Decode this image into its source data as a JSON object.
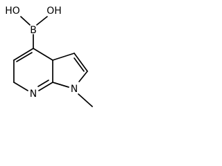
{
  "molecule": {
    "atoms": {
      "oh_left": "HO",
      "oh_right": "OH",
      "boron": "B",
      "nitrogen_pyridine": "N",
      "nitrogen_pyrrole": "N"
    }
  }
}
